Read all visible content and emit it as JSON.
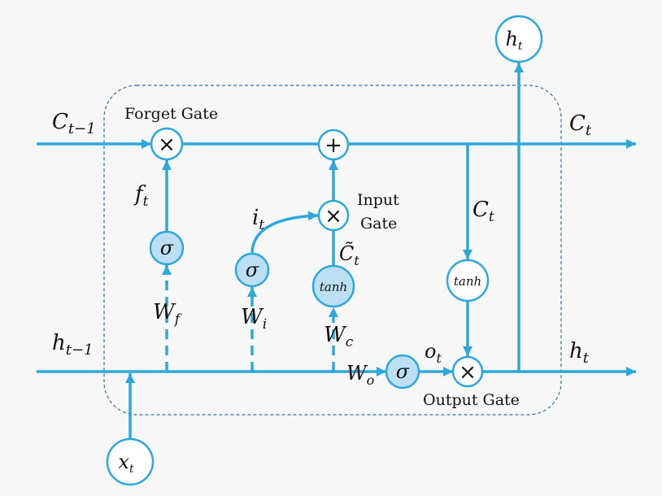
{
  "labels": {
    "c_prev": {
      "main": "C",
      "sub": "t−1"
    },
    "c_next": {
      "main": "C",
      "sub": "t"
    },
    "h_prev": {
      "main": "h",
      "sub": "t−1"
    },
    "h_next": {
      "main": "h",
      "sub": "t"
    },
    "forget_gate": "Forget Gate",
    "input_gate_line1": "Input",
    "input_gate_line2": "Gate",
    "output_gate": "Output Gate",
    "f_t": {
      "main": "f",
      "sub": "t"
    },
    "i_t": {
      "main": "i",
      "sub": "t"
    },
    "c_tilde": {
      "main": "C̃",
      "sub": "t"
    },
    "c_t_mid": {
      "main": "C",
      "sub": "t"
    },
    "o_t": {
      "main": "o",
      "sub": "t"
    },
    "w_f": {
      "main": "W",
      "sub": "f"
    },
    "w_i": {
      "main": "W",
      "sub": "i"
    },
    "w_c": {
      "main": "W",
      "sub": "c"
    },
    "w_o": {
      "main": "W",
      "sub": "o"
    }
  },
  "nodes": {
    "forget_mult": "×",
    "plus": "+",
    "input_mult": "×",
    "output_mult": "×",
    "sigma_f": "σ",
    "sigma_i": "σ",
    "sigma_o": "σ",
    "tanh_c": "tanh",
    "tanh_out": "tanh",
    "h_out": {
      "main": "h",
      "sub": "t"
    },
    "x_in": {
      "main": "x",
      "sub": "t"
    }
  },
  "colors": {
    "line": "#2ea7dc",
    "gate_fill": "#bcdff3",
    "box": "#2f6fa8",
    "background": "#f7f7f7"
  }
}
